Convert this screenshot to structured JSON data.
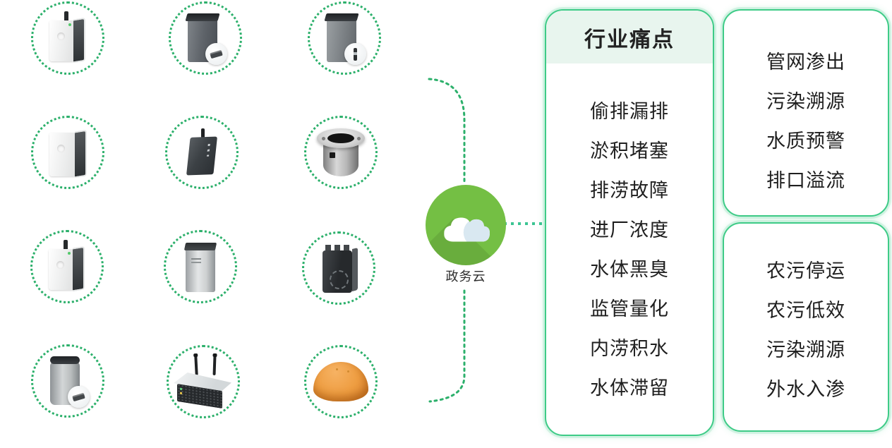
{
  "palette": {
    "accent_green": "#2cb06b",
    "panel_border_green": "#3ecb87",
    "panel_header_bg": "#e8f5ee",
    "text_dark": "#1f1f1f",
    "cloud_green": "#74bf44",
    "cloud_shade": "#d9e8f1",
    "buoy_orange": "#ee9d41"
  },
  "device_grid": {
    "devices": [
      {
        "icon": "telemetry-terminal-antenna-icon"
      },
      {
        "icon": "gray-cabinet-connector-icon"
      },
      {
        "icon": "gray-cabinet-probe-icon"
      },
      {
        "icon": "wall-mount-rtu-icon"
      },
      {
        "icon": "dark-logger-antenna-icon"
      },
      {
        "icon": "manhole-well-sensor-icon"
      },
      {
        "icon": "telemetry-terminal-antenna-icon"
      },
      {
        "icon": "silver-cabinet-icon"
      },
      {
        "icon": "dial-meter-icon"
      },
      {
        "icon": "silver-can-connector-icon"
      },
      {
        "icon": "gateway-router-icon"
      },
      {
        "icon": "float-buoy-icon"
      }
    ]
  },
  "cloud": {
    "icon": "green-cloud-icon",
    "label": "政务云"
  },
  "panels": {
    "pain_points": {
      "title": "行业痛点",
      "items": [
        "偷排漏排",
        "淤积堵塞",
        "排涝故障",
        "进厂浓度",
        "水体黑臭",
        "监管量化",
        "内涝积水",
        "水体滞留"
      ]
    },
    "network_pain_points": {
      "items": [
        "管网渗出",
        "污染溯源",
        "水质预警",
        "排口溢流"
      ]
    },
    "rural_sewage_pain_points": {
      "items": [
        "农污停运",
        "农污低效",
        "污染溯源",
        "外水入渗"
      ]
    }
  }
}
